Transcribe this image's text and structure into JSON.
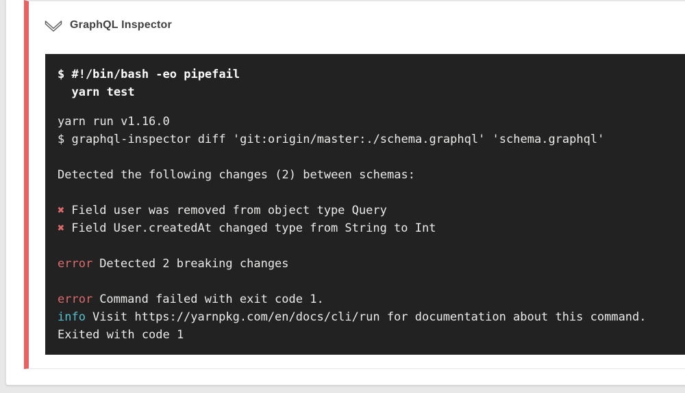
{
  "colors": {
    "page_bg": "#e8e8e8",
    "card_bg": "#ffffff",
    "accent_red": "#e8605f",
    "terminal_bg": "#222222",
    "terminal_text": "#ebebe9",
    "command_text": "#fafafa",
    "error_red": "#de6b6b",
    "info_cyan": "#53c1cf",
    "title_text": "#3f3f3f"
  },
  "step": {
    "title": "GraphQL Inspector",
    "status": "failed",
    "chevron_icon": "double-chevron-down"
  },
  "terminal": {
    "command_lines": [
      "$ #!/bin/bash -eo pipefail",
      "  yarn test"
    ],
    "output_lines": [
      {
        "prefix": "",
        "prefix_type": "",
        "text": "yarn run v1.16.0"
      },
      {
        "prefix": "",
        "prefix_type": "",
        "text": "$ graphql-inspector diff 'git:origin/master:./schema.graphql' 'schema.graphql'"
      },
      {
        "prefix": "",
        "prefix_type": "",
        "text": ""
      },
      {
        "prefix": "",
        "prefix_type": "",
        "text": "Detected the following changes (2) between schemas:"
      },
      {
        "prefix": "",
        "prefix_type": "",
        "text": ""
      },
      {
        "prefix": "✖",
        "prefix_type": "cross",
        "text": "Field user was removed from object type Query"
      },
      {
        "prefix": "✖",
        "prefix_type": "cross",
        "text": "Field User.createdAt changed type from String to Int"
      },
      {
        "prefix": "",
        "prefix_type": "",
        "text": ""
      },
      {
        "prefix": "error",
        "prefix_type": "error",
        "text": "Detected 2 breaking changes"
      },
      {
        "prefix": "",
        "prefix_type": "",
        "text": ""
      },
      {
        "prefix": "error",
        "prefix_type": "error",
        "text": "Command failed with exit code 1."
      },
      {
        "prefix": "info",
        "prefix_type": "info",
        "text": "Visit https://yarnpkg.com/en/docs/cli/run for documentation about this command."
      },
      {
        "prefix": "",
        "prefix_type": "",
        "text": "Exited with code 1"
      }
    ]
  }
}
